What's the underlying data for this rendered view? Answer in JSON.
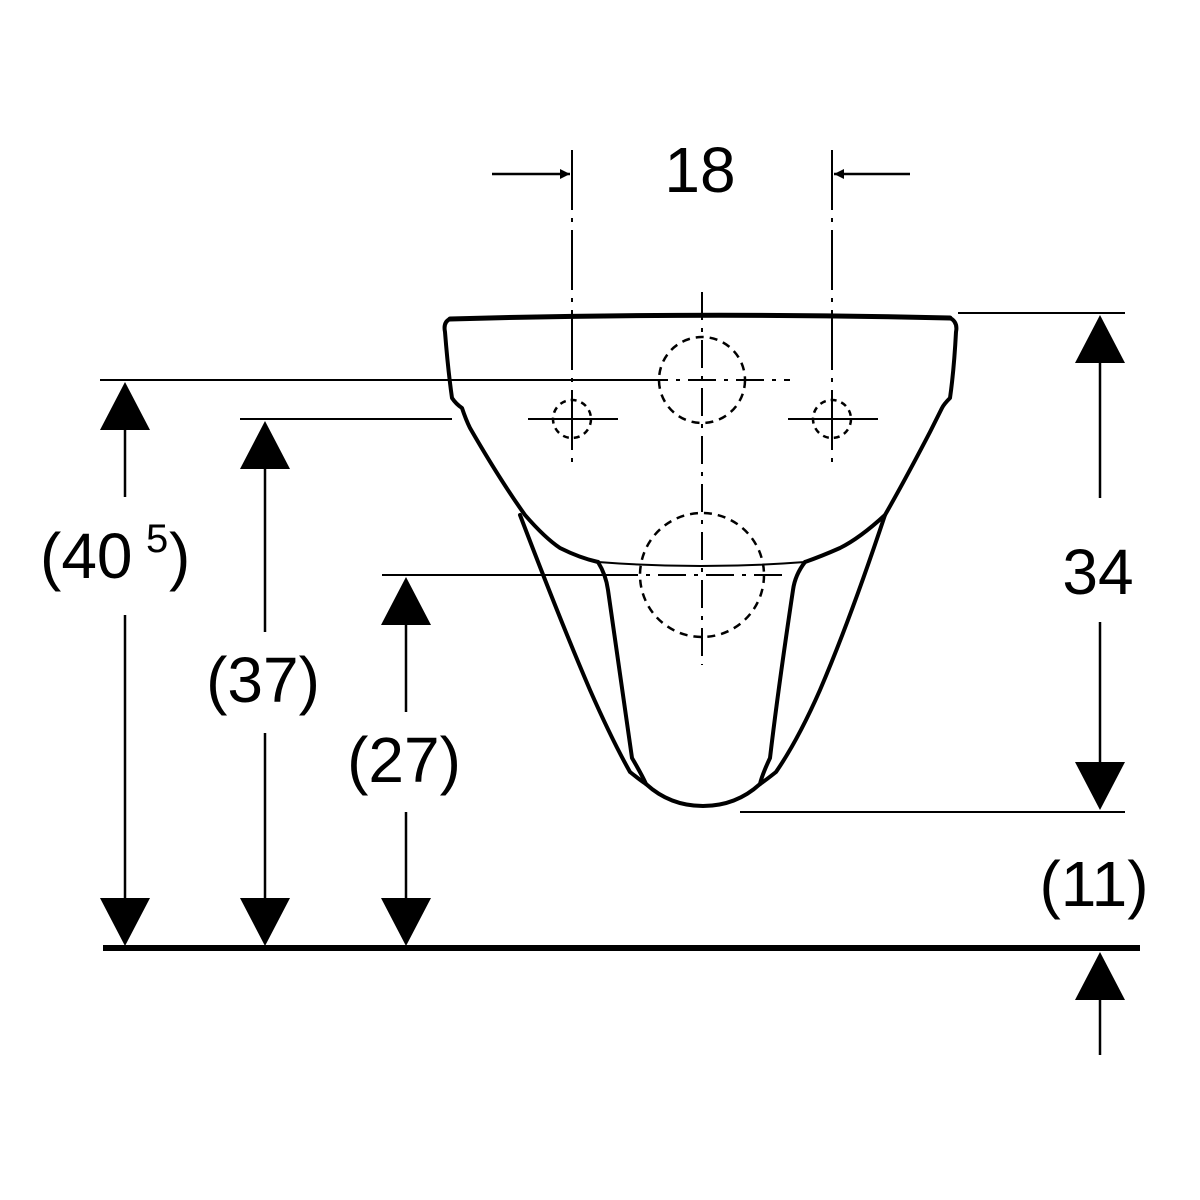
{
  "dimensions": {
    "hole_spacing": "18",
    "total_height": "(40",
    "total_height_half": "5",
    "total_height_close": ")",
    "upper_height": "(37)",
    "outlet_height": "(27)",
    "bowl_height": "34",
    "floor_clearance": "(11)"
  },
  "colors": {
    "line": "#000000",
    "background": "#ffffff"
  }
}
